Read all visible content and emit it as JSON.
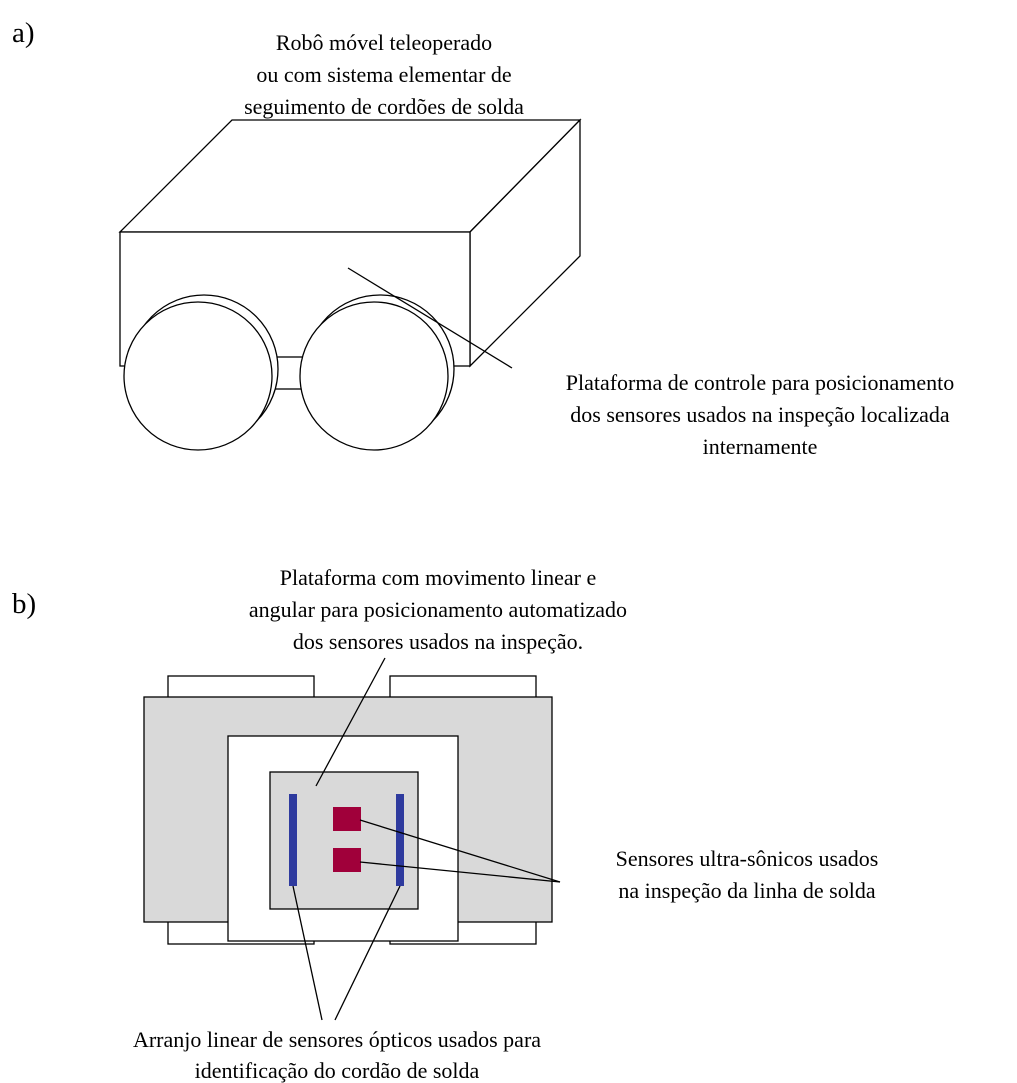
{
  "panel_a": {
    "label": "a)",
    "robot_title_lines": [
      "Robô móvel teleoperado",
      "ou com sistema elementar de",
      "seguimento de cordões de solda"
    ],
    "platform_caption_lines": [
      "Plataforma de controle para posicionamento",
      "dos sensores usados na inspeção localizada",
      "internamente"
    ]
  },
  "panel_b": {
    "label": "b)",
    "platform_caption_lines": [
      "Plataforma com movimento linear e",
      "angular para posicionamento automatizado",
      "dos sensores usados na inspeção."
    ],
    "ultrasonic_caption_lines": [
      "Sensores ultra-sônicos usados",
      "na inspeção da linha de solda"
    ],
    "optical_caption_lines": [
      "Arranjo linear de sensores ópticos usados para",
      "identificação do cordão de solda"
    ]
  },
  "colors": {
    "stroke": "#000000",
    "body_fill": "#d9d9d9",
    "optical_sensor": "#2e3a9e",
    "ultrasonic_sensor": "#a0003a"
  }
}
